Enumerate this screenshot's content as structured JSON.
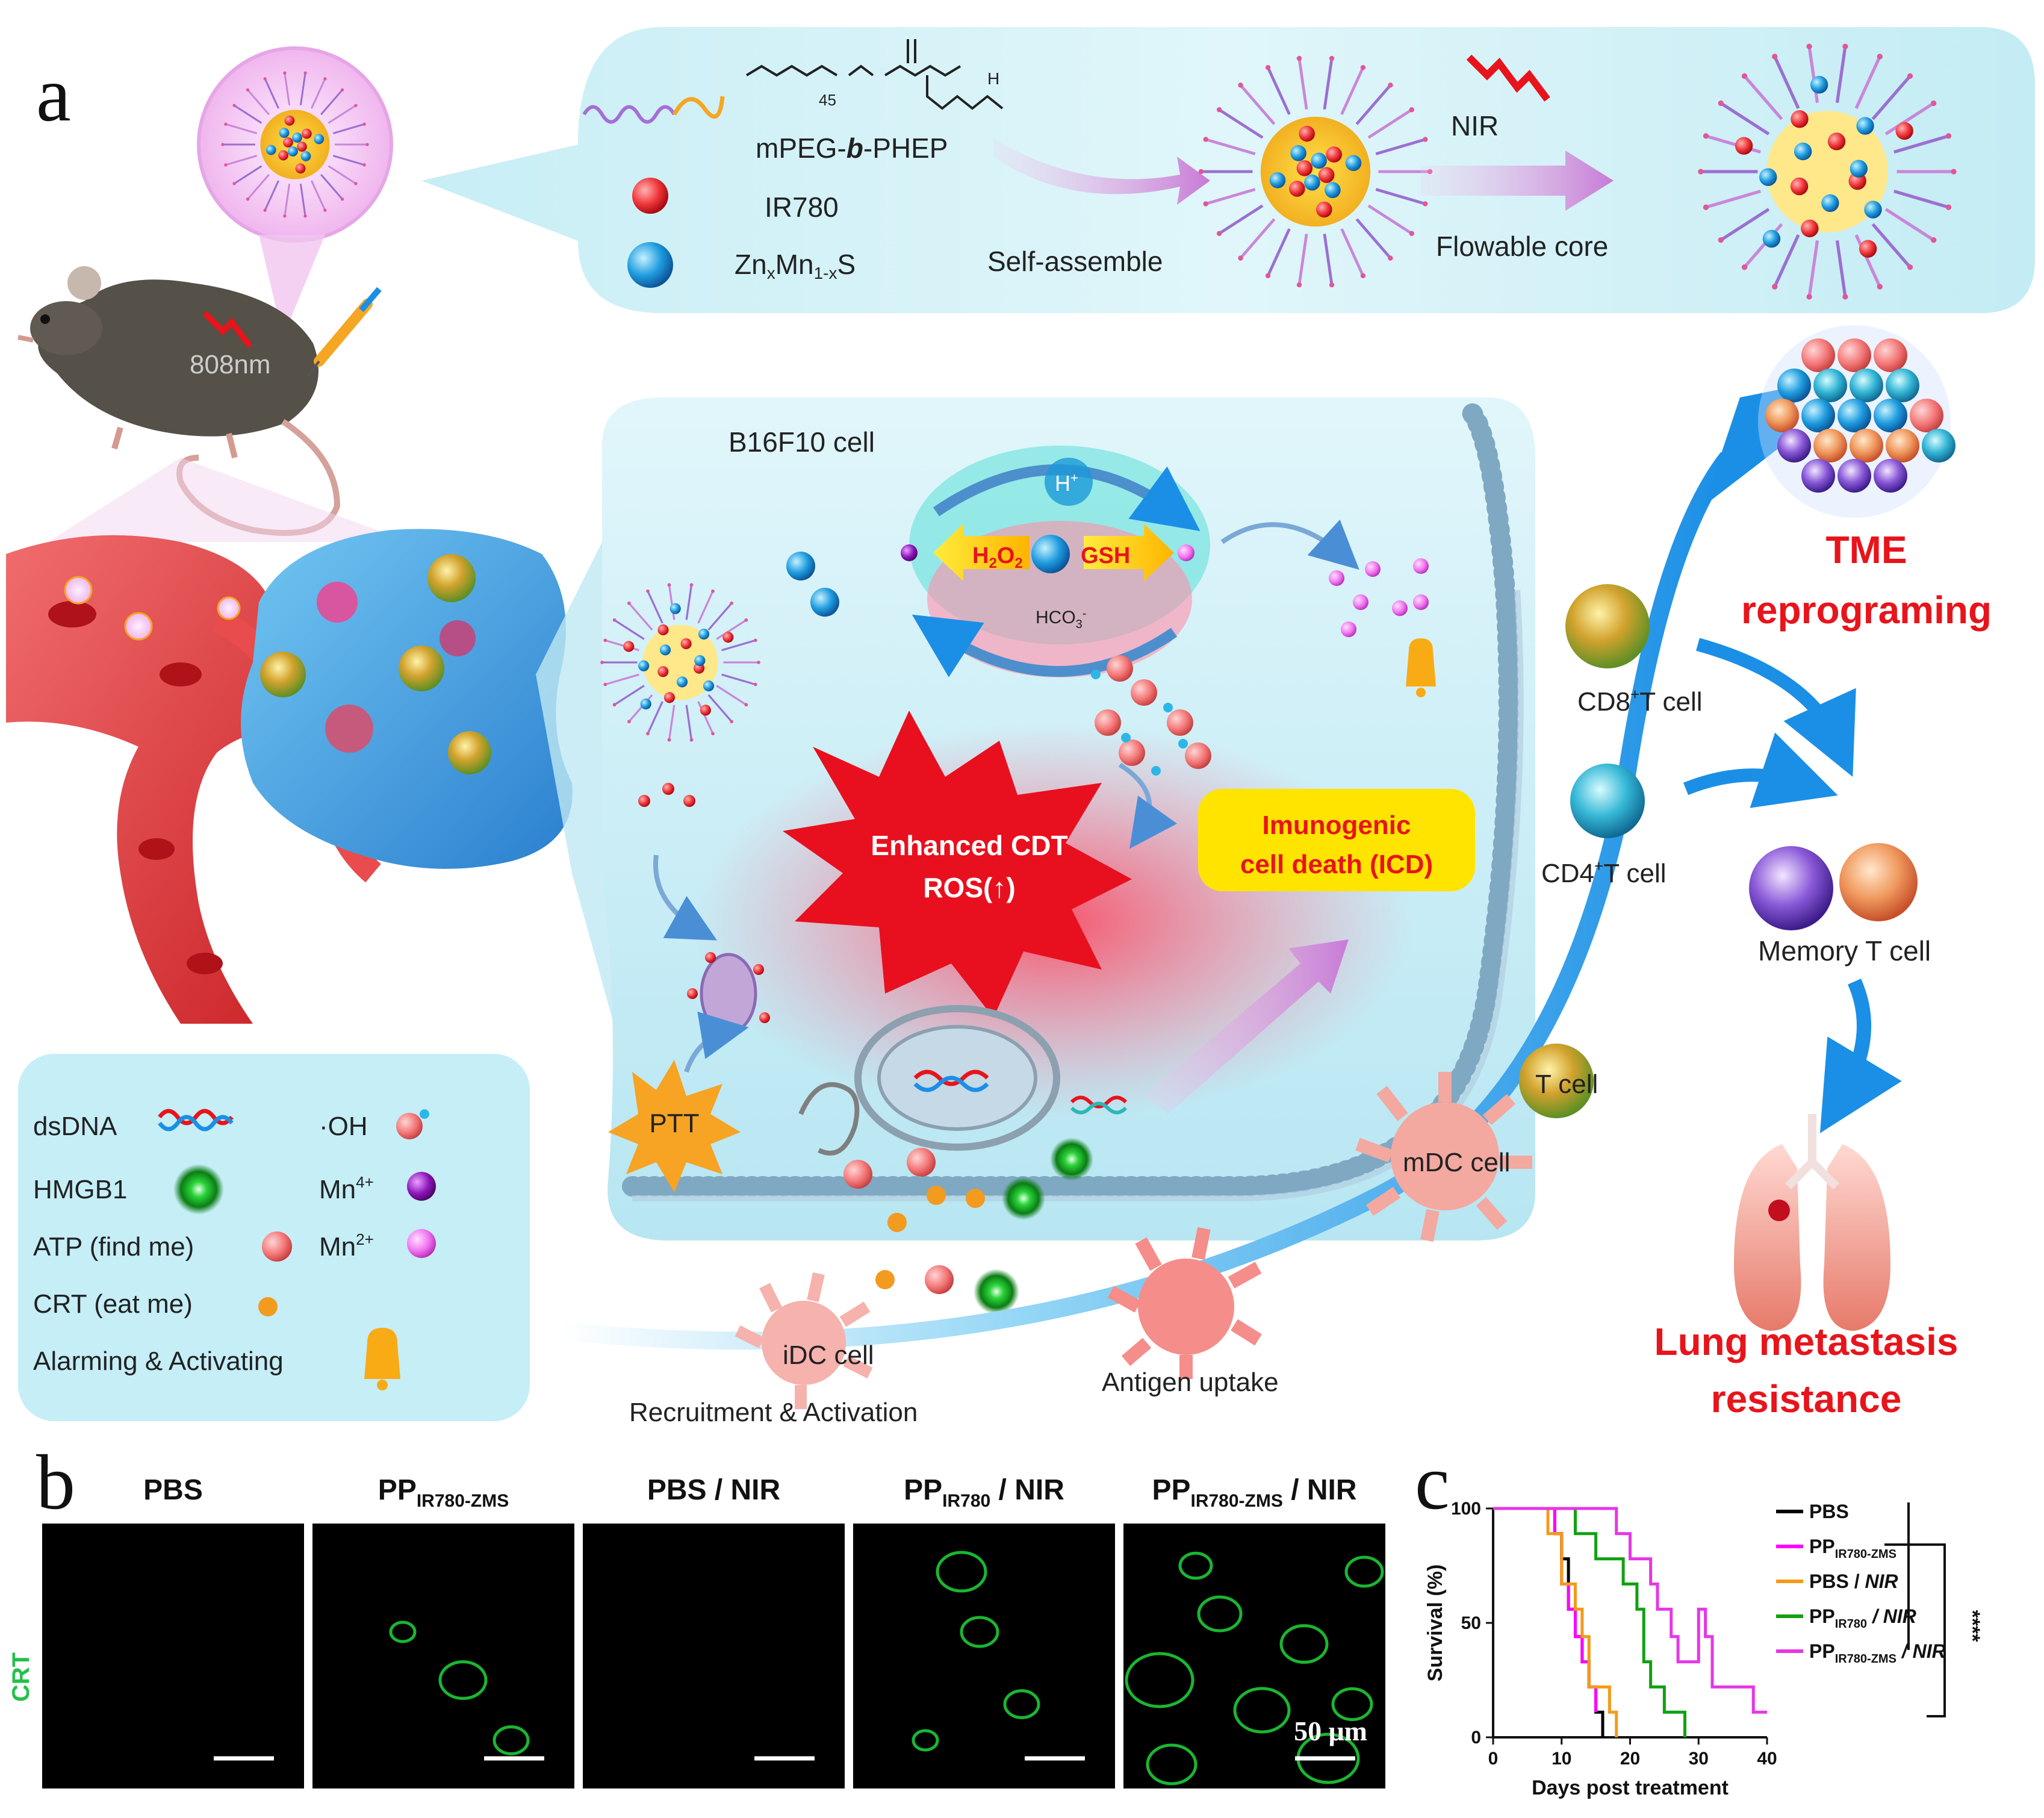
{
  "panel_a": {
    "letter": "a",
    "mouse_laser": "808nm",
    "synthesis": {
      "polymer": "mPEG-",
      "polymer_b": "b",
      "polymer_end": "-PHEP",
      "formula_sub": "45",
      "formula_h": "H",
      "ir780": "IR780",
      "zms_a": "Zn",
      "zms_x": "x",
      "zms_b": "Mn",
      "zms_y": "1-x",
      "zms_c": "S",
      "self_assemble": "Self-assemble",
      "nir": "NIR",
      "flowable_core": "Flowable core"
    },
    "cell": {
      "name": "B16F10 cell",
      "h_plus": "H",
      "h_plus_sup": "+",
      "h2o2": "H",
      "h2o2_b": "O",
      "h2o2_sub": "2",
      "gsh": "GSH",
      "hco3": "HCO",
      "hco3_sub": "3",
      "hco3_sup": "-",
      "cdt_line1": "Enhanced CDT",
      "cdt_line2": "ROS(↑)",
      "icd_line1": "Imunogenic",
      "icd_line2": "cell death (ICD)",
      "ptt": "PTT"
    },
    "immune": {
      "cd8": "CD8",
      "cd8_sup": "+",
      "cd8_rest": "T cell",
      "cd4": "CD4",
      "cd4_sup": "+",
      "cd4_rest": "T cell",
      "memory": "Memory T cell",
      "t_cell": "T cell",
      "mdc": "mDC cell",
      "idc": "iDC cell",
      "recruitment": "Recruitment & Activation",
      "antigen": "Antigen uptake",
      "tme_line1": "TME",
      "tme_line2": "reprograming",
      "lung_line1": "Lung metastasis",
      "lung_line2": "resistance"
    },
    "legend": {
      "dsdna": "dsDNA",
      "hmgb1": "HMGB1",
      "atp": "ATP (find me)",
      "crt": "CRT (eat me)",
      "alarming": "Alarming & Activating",
      "oh": "·OH",
      "mn4": "Mn",
      "mn4_sup": "4+",
      "mn2": "Mn",
      "mn2_sup": "2+"
    },
    "colors": {
      "red_text": "#e8141b",
      "tme_text": "#e8141b",
      "blue_arrow": "#1b8fe6",
      "panel_bg": "#d5f2f7"
    }
  },
  "panel_b": {
    "letter": "b",
    "row_label": "CRT",
    "scale_bar": "50 μm",
    "cols": [
      {
        "main": "PBS",
        "sub": "",
        "tail": ""
      },
      {
        "main": "PP",
        "sub": "IR780-ZMS",
        "tail": ""
      },
      {
        "main": "PBS / NIR",
        "sub": "",
        "tail": ""
      },
      {
        "main": "PP",
        "sub": "IR780",
        "tail": " / NIR"
      },
      {
        "main": "PP",
        "sub": "IR780-ZMS",
        "tail": " / NIR"
      }
    ]
  },
  "panel_c": {
    "letter": "c",
    "chart_data": {
      "type": "line",
      "xlabel": "Days post treatment",
      "ylabel": "Survival (%)",
      "xlim": [
        0,
        40
      ],
      "ylim": [
        0,
        100
      ],
      "xticks": [
        "0",
        "10",
        "20",
        "30",
        "40"
      ],
      "yticks": [
        "0",
        "50",
        "100"
      ],
      "significance": "****",
      "legend_position": "right",
      "series": [
        {
          "name": "PBS",
          "name_sub": "",
          "name_tail": "",
          "color": "#000000",
          "x": [
            0,
            9,
            10,
            11,
            12,
            13,
            14,
            15,
            16
          ],
          "y": [
            100,
            89,
            78,
            56,
            44,
            33,
            22,
            11,
            0
          ]
        },
        {
          "name": "PP",
          "name_sub": "IR780-ZMS",
          "name_tail": "",
          "color": "#ff00ff",
          "x": [
            0,
            9,
            10,
            11,
            12,
            13,
            14,
            15
          ],
          "y": [
            100,
            89,
            67,
            56,
            44,
            33,
            22,
            11
          ]
        },
        {
          "name": "PBS / ",
          "name_sub": "",
          "name_tail": "NIR",
          "color": "#f39a1a",
          "x": [
            0,
            8,
            10,
            12,
            13,
            14,
            17,
            18
          ],
          "y": [
            100,
            89,
            67,
            56,
            44,
            22,
            11,
            0
          ]
        },
        {
          "name": "PP",
          "name_sub": "IR780",
          "name_tail": " / NIR",
          "color": "#11a111",
          "x": [
            0,
            12,
            15,
            19,
            21,
            22,
            23,
            25,
            28
          ],
          "y": [
            100,
            89,
            78,
            67,
            56,
            33,
            22,
            11,
            0
          ]
        },
        {
          "name": "PP",
          "name_sub": "IR780-ZMS",
          "name_tail": " / NIR",
          "color": "#e636e6",
          "x": [
            0,
            18,
            20,
            23,
            24,
            26,
            27,
            30,
            31,
            32,
            38,
            40
          ],
          "y": [
            100,
            89,
            78,
            67,
            56,
            44,
            33,
            56,
            44,
            22,
            11,
            11
          ]
        }
      ]
    }
  }
}
